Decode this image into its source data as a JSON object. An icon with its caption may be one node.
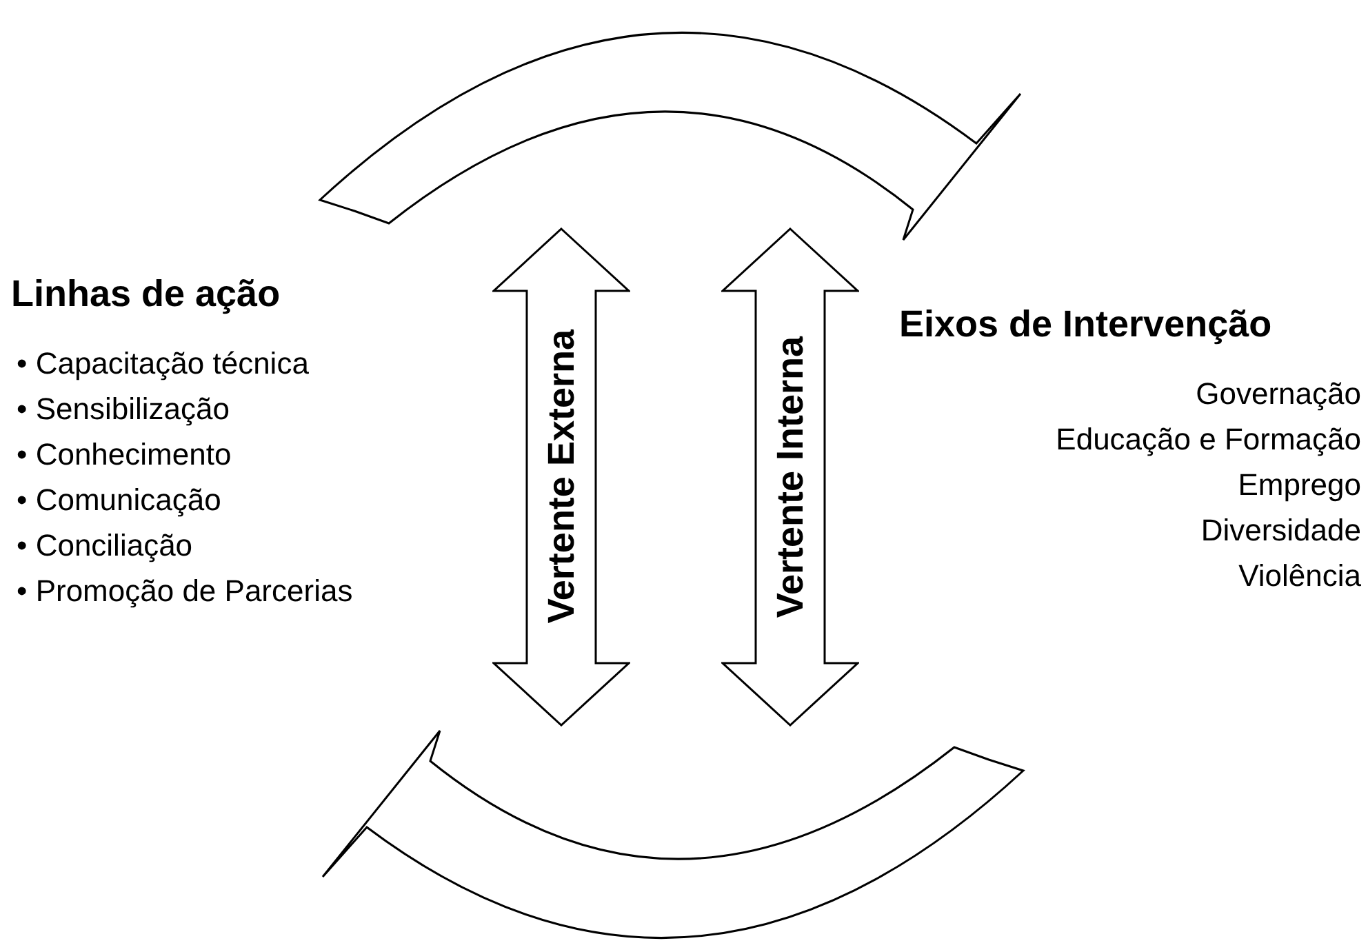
{
  "diagram": {
    "nodes": [
      {
        "text": [
          "Linhas de ação",
          "• Capacitação técnica",
          "• Sensibilização",
          "• Conhecimento",
          "• Comunicação",
          "• Conciliação",
          "• Promoção de Parcerias"
        ]
      },
      {
        "text": [
          "Vertente Externa"
        ]
      },
      {
        "text": [
          "Vertente Interna"
        ]
      },
      {
        "text": [
          "Eixos de Intervenção",
          "Governação",
          "Educação e Formação",
          "Emprego",
          "Diversidade",
          "Violência"
        ]
      }
    ]
  }
}
